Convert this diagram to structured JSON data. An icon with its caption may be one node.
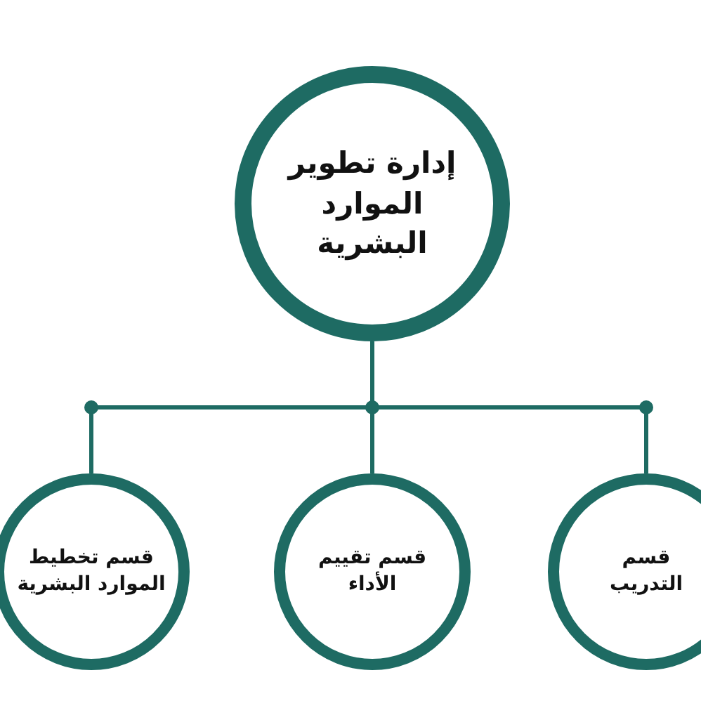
{
  "diagram": {
    "nodes": [
      {
        "text": [
          "إدارة تطوير الموارد البشرية"
        ]
      },
      {
        "text": [
          "قسم تخطيط الموارد البشرية"
        ]
      },
      {
        "text": [
          "قسم تقييم الأداء"
        ]
      },
      {
        "text": [
          "قسم التدريب"
        ]
      }
    ],
    "edges": [
      {
        "from": 0,
        "to": 1,
        "arrow": "none"
      },
      {
        "from": 0,
        "to": 2,
        "arrow": "none"
      },
      {
        "from": 0,
        "to": 3,
        "arrow": "none"
      }
    ]
  }
}
